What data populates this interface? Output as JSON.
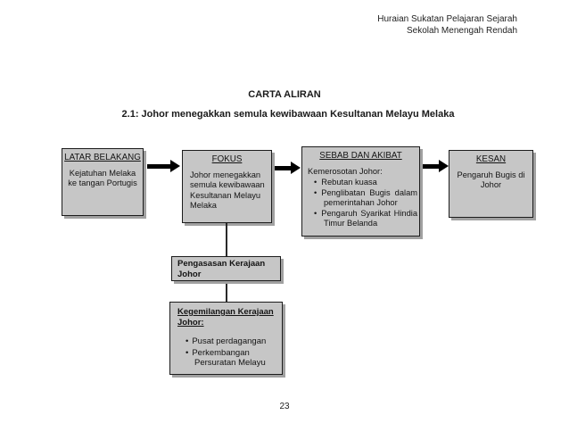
{
  "doc": {
    "header_line1": "Huraian Sukatan Pelajaran Sejarah",
    "header_line2": "Sekolah Menengah Rendah",
    "title": "CARTA ALIRAN",
    "subtitle": "2.1: Johor menegakkan semula kewibawaan Kesultanan Melayu Melaka",
    "page_number": "23"
  },
  "flowchart": {
    "row_boxes": [
      {
        "header": "LATAR BELAKANG",
        "body": "Kejatuhan Melaka ke tangan Portugis"
      },
      {
        "header": "FOKUS",
        "body": "Johor menegakkan semula kewibawaan Kesultanan Melayu Melaka"
      },
      {
        "header": "SEBAB DAN AKIBAT",
        "intro": "Kemerosotan Johor:",
        "bullets": [
          "Rebutan kuasa",
          "Penglibatan Bugis dalam pemerintahan Johor",
          "Pengaruh Syarikat Hindia Timur Belanda"
        ]
      },
      {
        "header": "KESAN",
        "body": "Pengaruh Bugis di Johor"
      }
    ],
    "branch_boxes": [
      {
        "title": "Pengasasan Kerajaan Johor"
      },
      {
        "title": "Kegemilangan Kerajaan Johor:",
        "bullets": [
          "Pusat perdagangan",
          "Perkembangan Persuratan Melayu"
        ]
      }
    ],
    "colors": {
      "box_fill": "#c6c6c6",
      "box_border": "#1c1c1c",
      "box_shadow": "#a1a1a1",
      "arrow": "#000000"
    }
  }
}
